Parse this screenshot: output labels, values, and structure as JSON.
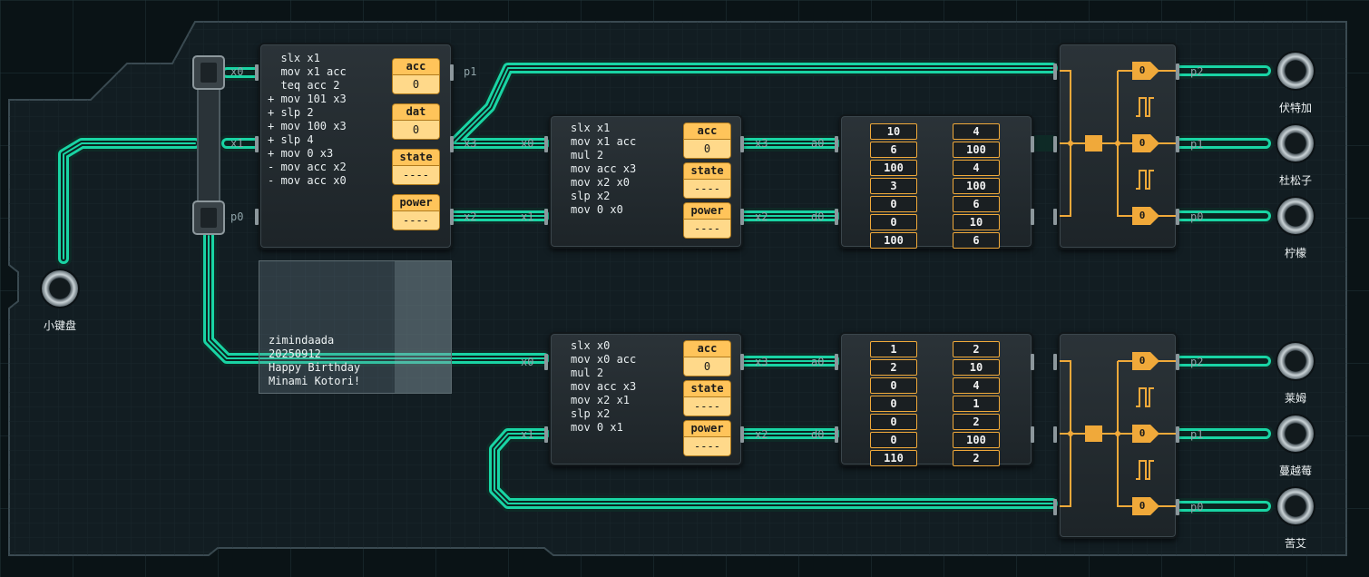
{
  "controller_main": {
    "code": "  slx x1\n  mov x1 acc\n  teq acc 2\n+ mov 101 x3\n+ slp 2\n+ mov 100 x3\n+ slp 4\n+ mov 0 x3\n- mov acc x2\n- mov acc x0",
    "registers": [
      {
        "label": "acc",
        "value": "0"
      },
      {
        "label": "dat",
        "value": "0"
      },
      {
        "label": "state",
        "value": "----"
      },
      {
        "label": "power",
        "value": "----"
      }
    ],
    "ports": {
      "left_top": "x0",
      "left_mid": "x1",
      "left_bot": "p0",
      "right_top": "p1",
      "right_mid": "x3",
      "right_bot": "x2"
    }
  },
  "controller_top": {
    "code": "slx x1\nmov x1 acc\nmul 2\nmov acc x3\nmov x2 x0\nslp x2\nmov 0 x0",
    "registers": [
      {
        "label": "acc",
        "value": "0"
      },
      {
        "label": "state",
        "value": "----"
      },
      {
        "label": "power",
        "value": "----"
      }
    ],
    "ports": {
      "left_top": "x0",
      "left_bot": "x1",
      "right_top": "x3",
      "right_bot": "x2"
    }
  },
  "controller_bottom": {
    "code": "slx x0\nmov x0 acc\nmul 2\nmov acc x3\nmov x2 x1\nslp x2\nmov 0 x1",
    "registers": [
      {
        "label": "acc",
        "value": "0"
      },
      {
        "label": "state",
        "value": "----"
      },
      {
        "label": "power",
        "value": "----"
      }
    ],
    "ports": {
      "left_top": "x0",
      "left_bot": "x1",
      "right_top": "x3",
      "right_bot": "x2"
    }
  },
  "rom_top": {
    "ports": {
      "left_top": "a0",
      "left_bot": "d0"
    },
    "col1": [
      "10",
      "6",
      "100",
      "3",
      "0",
      "0",
      "100"
    ],
    "col2": [
      "4",
      "100",
      "4",
      "100",
      "6",
      "10",
      "6"
    ]
  },
  "rom_bottom": {
    "ports": {
      "left_top": "a0",
      "left_bot": "d0"
    },
    "col1": [
      "1",
      "2",
      "0",
      "0",
      "0",
      "0",
      "110"
    ],
    "col2": [
      "2",
      "10",
      "4",
      "1",
      "2",
      "100",
      "2"
    ]
  },
  "output_top": {
    "gates": [
      "0",
      "0",
      "0"
    ],
    "ports": [
      "p2",
      "p1",
      "p0"
    ],
    "sensors": [
      "伏特加",
      "杜松子",
      "柠檬"
    ]
  },
  "output_bottom": {
    "gates": [
      "0",
      "0",
      "0"
    ],
    "ports": [
      "p2",
      "p1",
      "p0"
    ],
    "sensors": [
      "莱姆",
      "蔓越莓",
      "苦艾"
    ]
  },
  "keypad": {
    "label": "小键盘"
  },
  "note": {
    "text": "zimindaada\n20250912\nHappy Birthday\nMinami Kotori!"
  },
  "colors": {
    "wire": "#19d4a4",
    "register": "#ffc45a",
    "rom_cell": "#f0a93a",
    "board": "#121d22"
  }
}
